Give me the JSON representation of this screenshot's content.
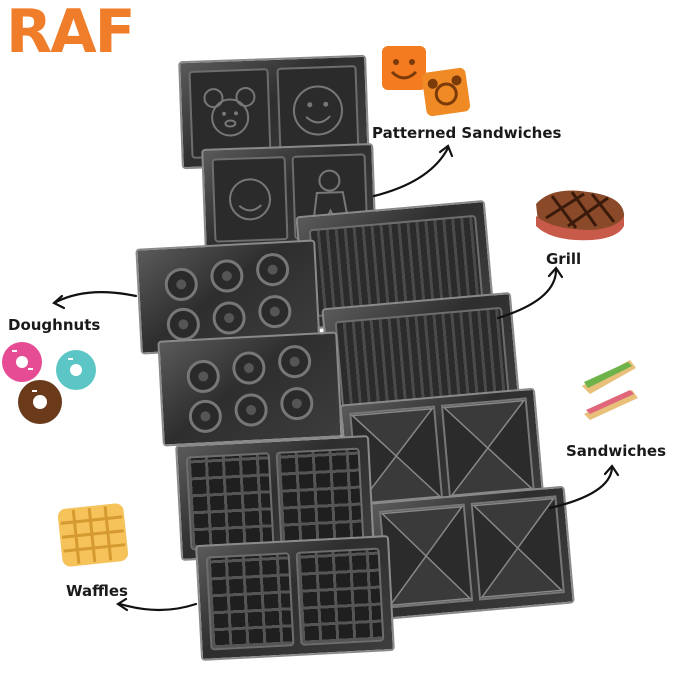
{
  "brand": {
    "logo_text": "RAF",
    "logo_color": "#ef7d2a"
  },
  "labels": {
    "patterned": "Patterned Sandwiches",
    "grill": "Grill",
    "doughnuts": "Doughnuts",
    "sandwiches": "Sandwiches",
    "waffles": "Waffles"
  },
  "colors": {
    "text": "#1a1a1a",
    "plate_dark": "#2e2e2e",
    "plate_edge": "#8a8a8a",
    "accent_orange": "#f47b20"
  },
  "icons": [
    "smiley-cookie-icon",
    "bear-cookie-icon",
    "steak-icon",
    "donut-icon",
    "sandwich-icon",
    "waffle-icon"
  ]
}
